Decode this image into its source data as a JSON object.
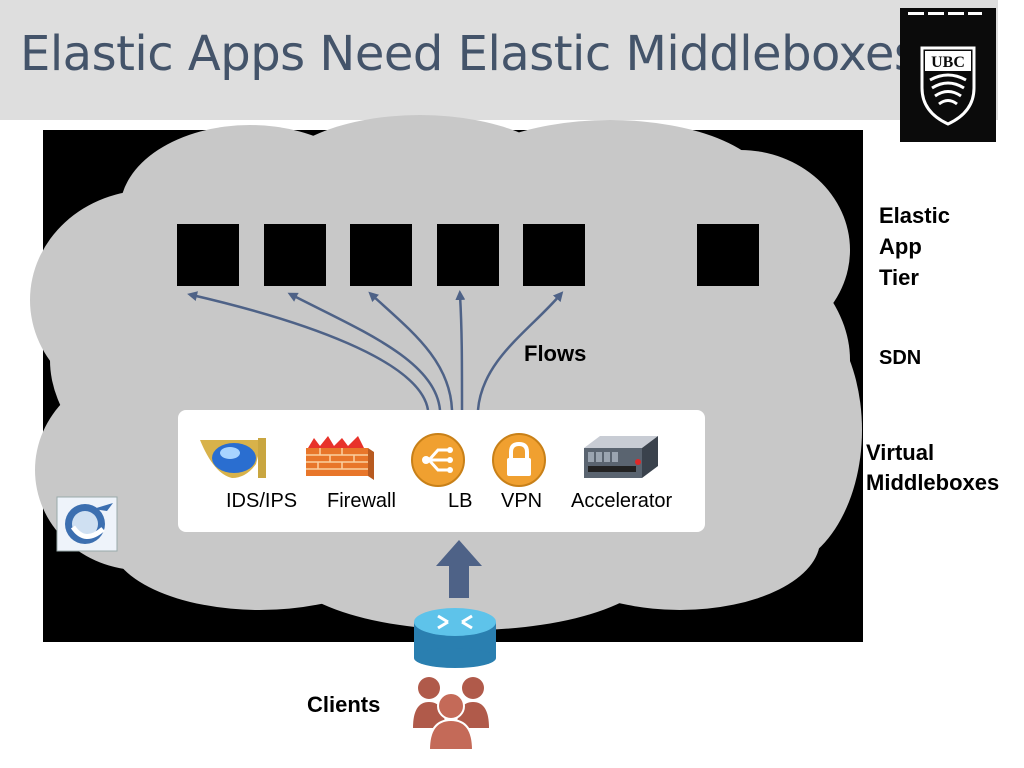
{
  "slide": {
    "title": "Elastic Apps Need Elastic Middleboxes",
    "logo_text": "UBC"
  },
  "side_labels": {
    "elastic_app_tier": "Elastic\nApp\nTier",
    "sdn": "SDN",
    "virtual_middleboxes": "Virtual\nMiddleboxes"
  },
  "diagram": {
    "flows_label": "Flows",
    "clients_label": "Clients",
    "middleboxes": [
      {
        "label": "IDS/IPS",
        "icon": "shield-icon"
      },
      {
        "label": "Firewall",
        "icon": "firewall-icon"
      },
      {
        "label": "LB",
        "icon": "load-balancer-icon"
      },
      {
        "label": "VPN",
        "icon": "lock-icon"
      },
      {
        "label": "Accelerator",
        "icon": "server-appliance-icon"
      }
    ],
    "app_server_count": 6
  },
  "colors": {
    "title_band": "#dedede",
    "title_text": "#44546a",
    "cloud": "#c8c8c8",
    "arrow": "#4e6287",
    "orange_icon": "#f0a030",
    "clients_icon": "#b05a4a",
    "router": "#3a9fd0"
  }
}
